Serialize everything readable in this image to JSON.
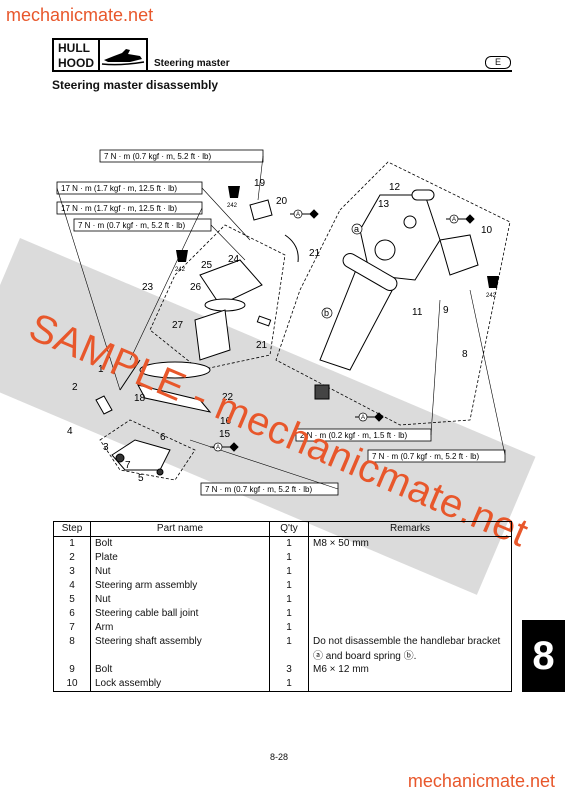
{
  "watermark_top": "mechanicmate.net",
  "watermark_bottom": "mechanicmate.net",
  "watermark_sample": "SAMPLE - mechanicmate.net",
  "header": {
    "category_line1": "HULL",
    "category_line2": "HOOD",
    "title": "Steering master",
    "lang": "E"
  },
  "section_title": "Steering master disassembly",
  "torque_labels": [
    "7 N · m (0.7 kgf · m, 5.2 ft · lb)",
    "17 N · m (1.7 kgf · m, 12.5 ft · lb)",
    "17 N · m (1.7 kgf · m, 12.5 ft · lb)",
    "7 N · m (0.7 kgf · m, 5.2 ft · lb)",
    "2 N · m (0.2 kgf · m, 1.5 ft · lb)",
    "7 N · m (0.7 kgf · m, 5.2 ft · lb)",
    "7 N · m (0.7 kgf · m, 5.2 ft · lb)"
  ],
  "callouts": [
    "1",
    "2",
    "3",
    "4",
    "5",
    "6",
    "7",
    "8",
    "9",
    "10",
    "11",
    "12",
    "13",
    "15",
    "16",
    "18",
    "19",
    "20",
    "21",
    "21",
    "22",
    "23",
    "24",
    "25",
    "26",
    "27"
  ],
  "sealant_code": "242",
  "lube_mark": "A",
  "letter_a": "a",
  "letter_b": "b",
  "table": {
    "headers": [
      "Step",
      "Part name",
      "Q'ty",
      "Remarks"
    ],
    "rows": [
      {
        "step": "1",
        "part": "Bolt",
        "qty": "1",
        "remarks": "M8 × 50 mm"
      },
      {
        "step": "2",
        "part": "Plate",
        "qty": "1",
        "remarks": ""
      },
      {
        "step": "3",
        "part": "Nut",
        "qty": "1",
        "remarks": ""
      },
      {
        "step": "4",
        "part": "Steering arm assembly",
        "qty": "1",
        "remarks": ""
      },
      {
        "step": "5",
        "part": "Nut",
        "qty": "1",
        "remarks": ""
      },
      {
        "step": "6",
        "part": "Steering cable ball joint",
        "qty": "1",
        "remarks": ""
      },
      {
        "step": "7",
        "part": "Arm",
        "qty": "1",
        "remarks": ""
      },
      {
        "step": "8",
        "part": "Steering shaft assembly",
        "qty": "1",
        "remarks": "Do not disassemble the handlebar bracket ⓐ and board spring ⓑ."
      },
      {
        "step": "9",
        "part": "Bolt",
        "qty": "3",
        "remarks": "M6 × 12 mm"
      },
      {
        "step": "10",
        "part": "Lock assembly",
        "qty": "1",
        "remarks": ""
      }
    ]
  },
  "chapter": "8",
  "page_number": "8-28"
}
